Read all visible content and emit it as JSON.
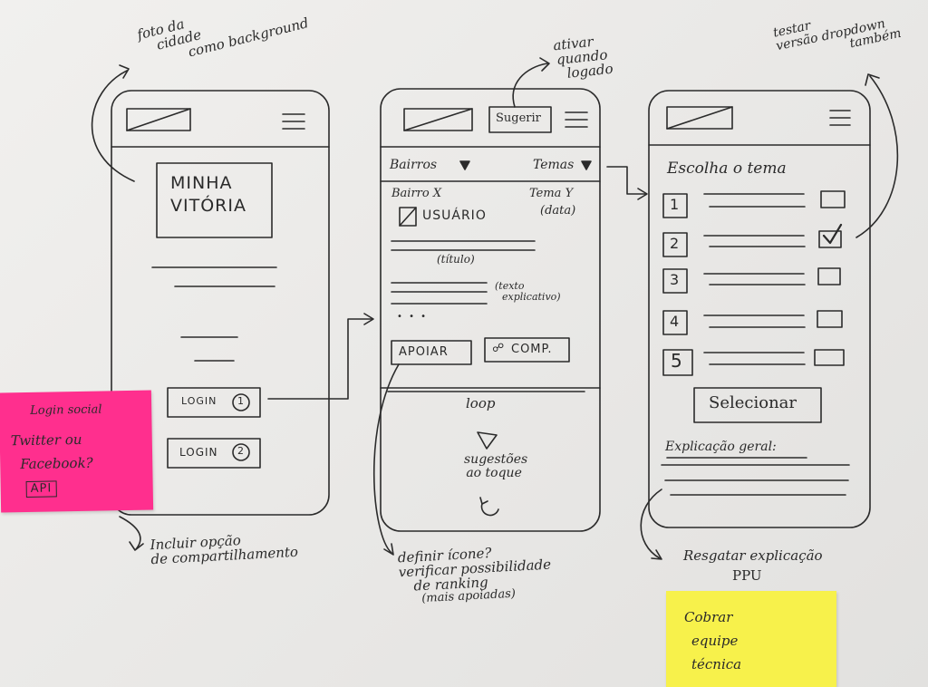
{
  "annotations": {
    "photo_background": [
      "foto da",
      "cidade",
      "como background"
    ],
    "activate_logged": [
      "ativar",
      "quando",
      "logado"
    ],
    "test_dropdown": [
      "testar",
      "versão dropdown",
      "também"
    ],
    "share_option": [
      "Incluir opção",
      "de compartilhamento"
    ],
    "icon_ranking": [
      "definir ícone?",
      "verificar possibilidade",
      "de ranking",
      "(mais apoiadas)"
    ],
    "recover_explanation": [
      "Resgatar explicação",
      "PPU"
    ]
  },
  "phone1": {
    "title_lines": [
      "MINHA",
      "VITÓRIA"
    ],
    "login1": "LOGIN",
    "login1_badge": "1",
    "login2": "LOGIN",
    "login2_badge": "2"
  },
  "phone2": {
    "suggest_button": "Sugerir",
    "filter_neighborhood": "Bairros",
    "filter_topics": "Temas",
    "post_neighborhood": "Bairro X",
    "post_topic": "Tema Y",
    "post_date": "(data)",
    "user_label": "USUÁRIO",
    "title_note": "(título)",
    "text_note": [
      "(texto",
      "explicativo)"
    ],
    "ellipsis": "• • •",
    "support_button": "APOIAR",
    "share_button": "COMP.",
    "loop_label": "loop",
    "suggestions_label": [
      "sugestões",
      "ao toque"
    ]
  },
  "phone3": {
    "heading": "Escolha o tema",
    "items": [
      {
        "number": "1",
        "checked": false
      },
      {
        "number": "2",
        "checked": true
      },
      {
        "number": "3",
        "checked": false
      },
      {
        "number": "4",
        "checked": false
      },
      {
        "number": "5",
        "checked": false
      }
    ],
    "select_button": "Selecionar",
    "general_explanation": "Explicação geral:"
  },
  "sticky_pink": {
    "color": "#ff2f8e",
    "lines": [
      "Login social",
      "Twitter ou",
      "Facebook?"
    ],
    "boxed": "API"
  },
  "sticky_yellow": {
    "color": "#f7f14b",
    "lines": [
      "Cobrar",
      "equipe",
      "técnica"
    ]
  }
}
